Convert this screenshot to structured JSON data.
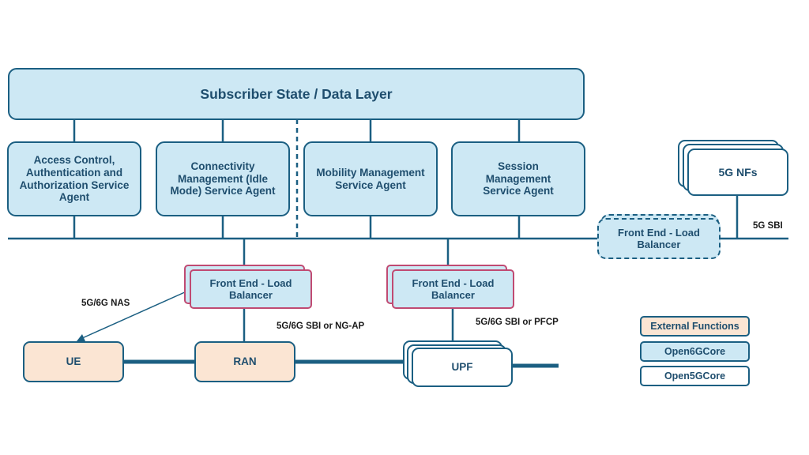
{
  "data_layer": {
    "label": "Subscriber State / Data Layer"
  },
  "agents": [
    {
      "label": "Access Control, Authentication and Authorization Service Agent"
    },
    {
      "label": "Connectivity Management (Idle Mode) Service Agent"
    },
    {
      "label": "Mobility Management Service Agent"
    },
    {
      "label": "Session Management Service Agent"
    }
  ],
  "nfs": {
    "label": "5G NFs"
  },
  "sbi_label": "5G SBI",
  "front_end_lbs": [
    {
      "label": "Front End - Load Balancer"
    },
    {
      "label": "Front End - Load Balancer"
    },
    {
      "label": "Front End - Load Balancer"
    }
  ],
  "interfaces": {
    "nas": "5G/6G NAS",
    "ngap": "5G/6G SBI or NG-AP",
    "pfcp": "5G/6G SBI or PFCP"
  },
  "endpoints": {
    "ue": "UE",
    "ran": "RAN",
    "upf": "UPF"
  },
  "legend": [
    {
      "label": "External Functions",
      "color": "#fbe5d3"
    },
    {
      "label": "Open6GCore",
      "color": "#cde8f4"
    },
    {
      "label": "Open5GCore",
      "color": "#ffffff"
    }
  ],
  "colors": {
    "line": "#1b5f82",
    "text": "#1f4e6e",
    "light_blue": "#cde8f4",
    "peach": "#fbe5d3",
    "pink_border": "#c04a72"
  }
}
